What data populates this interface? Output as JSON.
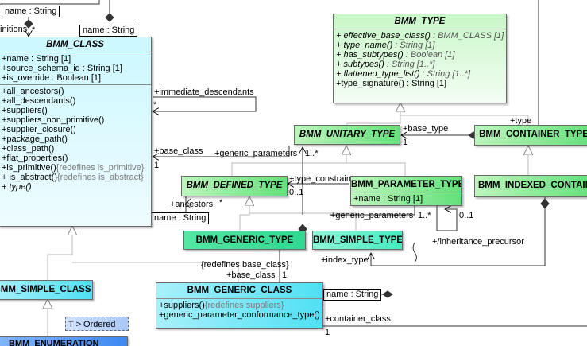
{
  "classes": {
    "bmm_class": {
      "name": "BMM_CLASS",
      "attributes": [
        "+name : String [1]",
        "+source_schema_id : String [1]",
        "+is_override : Boolean [1]"
      ],
      "operations": [
        {
          "text": "+all_ancestors()"
        },
        {
          "text": "+all_descendants()"
        },
        {
          "text": "+suppliers()"
        },
        {
          "text": "+suppliers_non_primitive()"
        },
        {
          "text": "+supplier_closure()"
        },
        {
          "text": "+package_path()"
        },
        {
          "text": "+class_path()"
        },
        {
          "text": "+flat_properties()"
        },
        {
          "text": "+is_primitive()",
          "note": "{redefines is_primitive}"
        },
        {
          "text": "+ is_abstract()",
          "note": "{redefines is_abstract}"
        },
        {
          "text": "+ type()",
          "italic": true
        }
      ]
    },
    "bmm_type": {
      "name": "BMM_TYPE",
      "operations": [
        {
          "text": "+ effective_base_class()",
          "suffix": " : BMM_CLASS [1]"
        },
        {
          "text": "+ type_name()",
          "suffix": " : String [1]"
        },
        {
          "text": "+ has_subtypes()",
          "suffix": " : Boolean [1]"
        },
        {
          "text": "+ subtypes()",
          "suffix": " : String [1..*]"
        },
        {
          "text": "+ flattened_type_list()",
          "suffix": " : String [1..*]"
        },
        {
          "text": "+type_signature() : String [1]",
          "plain": true
        }
      ]
    },
    "bmm_unitary_type": {
      "name": "BMM_UNITARY_TYPE"
    },
    "bmm_container_type": {
      "name": "BMM_CONTAINER_TYPE"
    },
    "bmm_defined_type": {
      "name": "BMM_DEFINED_TYPE"
    },
    "bmm_parameter_type": {
      "name": "BMM_PARAMETER_TYPE",
      "attributes": [
        "+name : String [1]"
      ]
    },
    "bmm_indexed_container": {
      "name": "BMM_INDEXED_CONTAINER"
    },
    "bmm_generic_type": {
      "name": "BMM_GENERIC_TYPE"
    },
    "bmm_simple_type": {
      "name": "BMM_SIMPLE_TYPE"
    },
    "bmm_simple_class": {
      "name": "BMM_SIMPLE_CLASS"
    },
    "bmm_generic_class": {
      "name": "BMM_GENERIC_CLASS",
      "operations": [
        {
          "text": "+suppliers()",
          "note": "{redefines suppliers}"
        },
        {
          "text": "+generic_parameter_conformance_type()"
        }
      ]
    },
    "bmm_enumeration": {
      "name": "BMM_ENUMERATION"
    }
  },
  "template_param": "T > Ordered",
  "qualifiers": {
    "top_left": "name : String",
    "top_mid": "name : String",
    "ancestors": "name : String",
    "generic_class": "name : String"
  },
  "assoc_labels": {
    "definitions": "initions",
    "definitions_mult": "*",
    "immediate_descendants": "+immediate_descendants",
    "immediate_descendants_mult": "*",
    "base_type": "+base_type",
    "base_type_mult": "1",
    "type": "+type",
    "base_class": "+base_class",
    "base_class_mult": "1",
    "generic_parameters_top": "+generic_parameters",
    "generic_parameters_top_mult": "1..*",
    "type_constraint": "+type_constraint",
    "type_constraint_mult": "0..1",
    "ancestors": "+ancestors",
    "ancestors_mult": "*",
    "generic_parameters_mid": "+generic_parameters",
    "generic_parameters_mid_mult": "1..*",
    "inheritance_precursor": "+/inheritance_precursor",
    "inheritance_precursor_mult": "0..1",
    "index_type": "+index_type",
    "redefines_base_class": "{redefines base_class}",
    "base_class_2": "+base_class",
    "base_class_2_mult": "1",
    "container_class": "+container_class",
    "container_class_mult": "1"
  }
}
